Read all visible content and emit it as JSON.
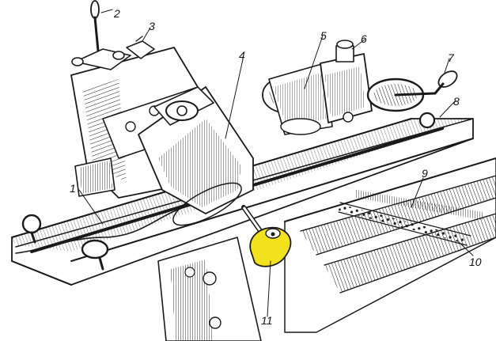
{
  "figure": {
    "labels": [
      {
        "id": "1",
        "text": "1"
      },
      {
        "id": "2",
        "text": "2"
      },
      {
        "id": "3",
        "text": "3"
      },
      {
        "id": "4",
        "text": "4"
      },
      {
        "id": "5",
        "text": "5"
      },
      {
        "id": "6",
        "text": "6"
      },
      {
        "id": "7",
        "text": "7"
      },
      {
        "id": "8",
        "text": "8"
      },
      {
        "id": "9",
        "text": "9"
      },
      {
        "id": "10",
        "text": "10"
      },
      {
        "id": "11",
        "text": "11"
      }
    ],
    "highlight_color": "#f2e21b",
    "ink_color": "#1a1a1a"
  }
}
